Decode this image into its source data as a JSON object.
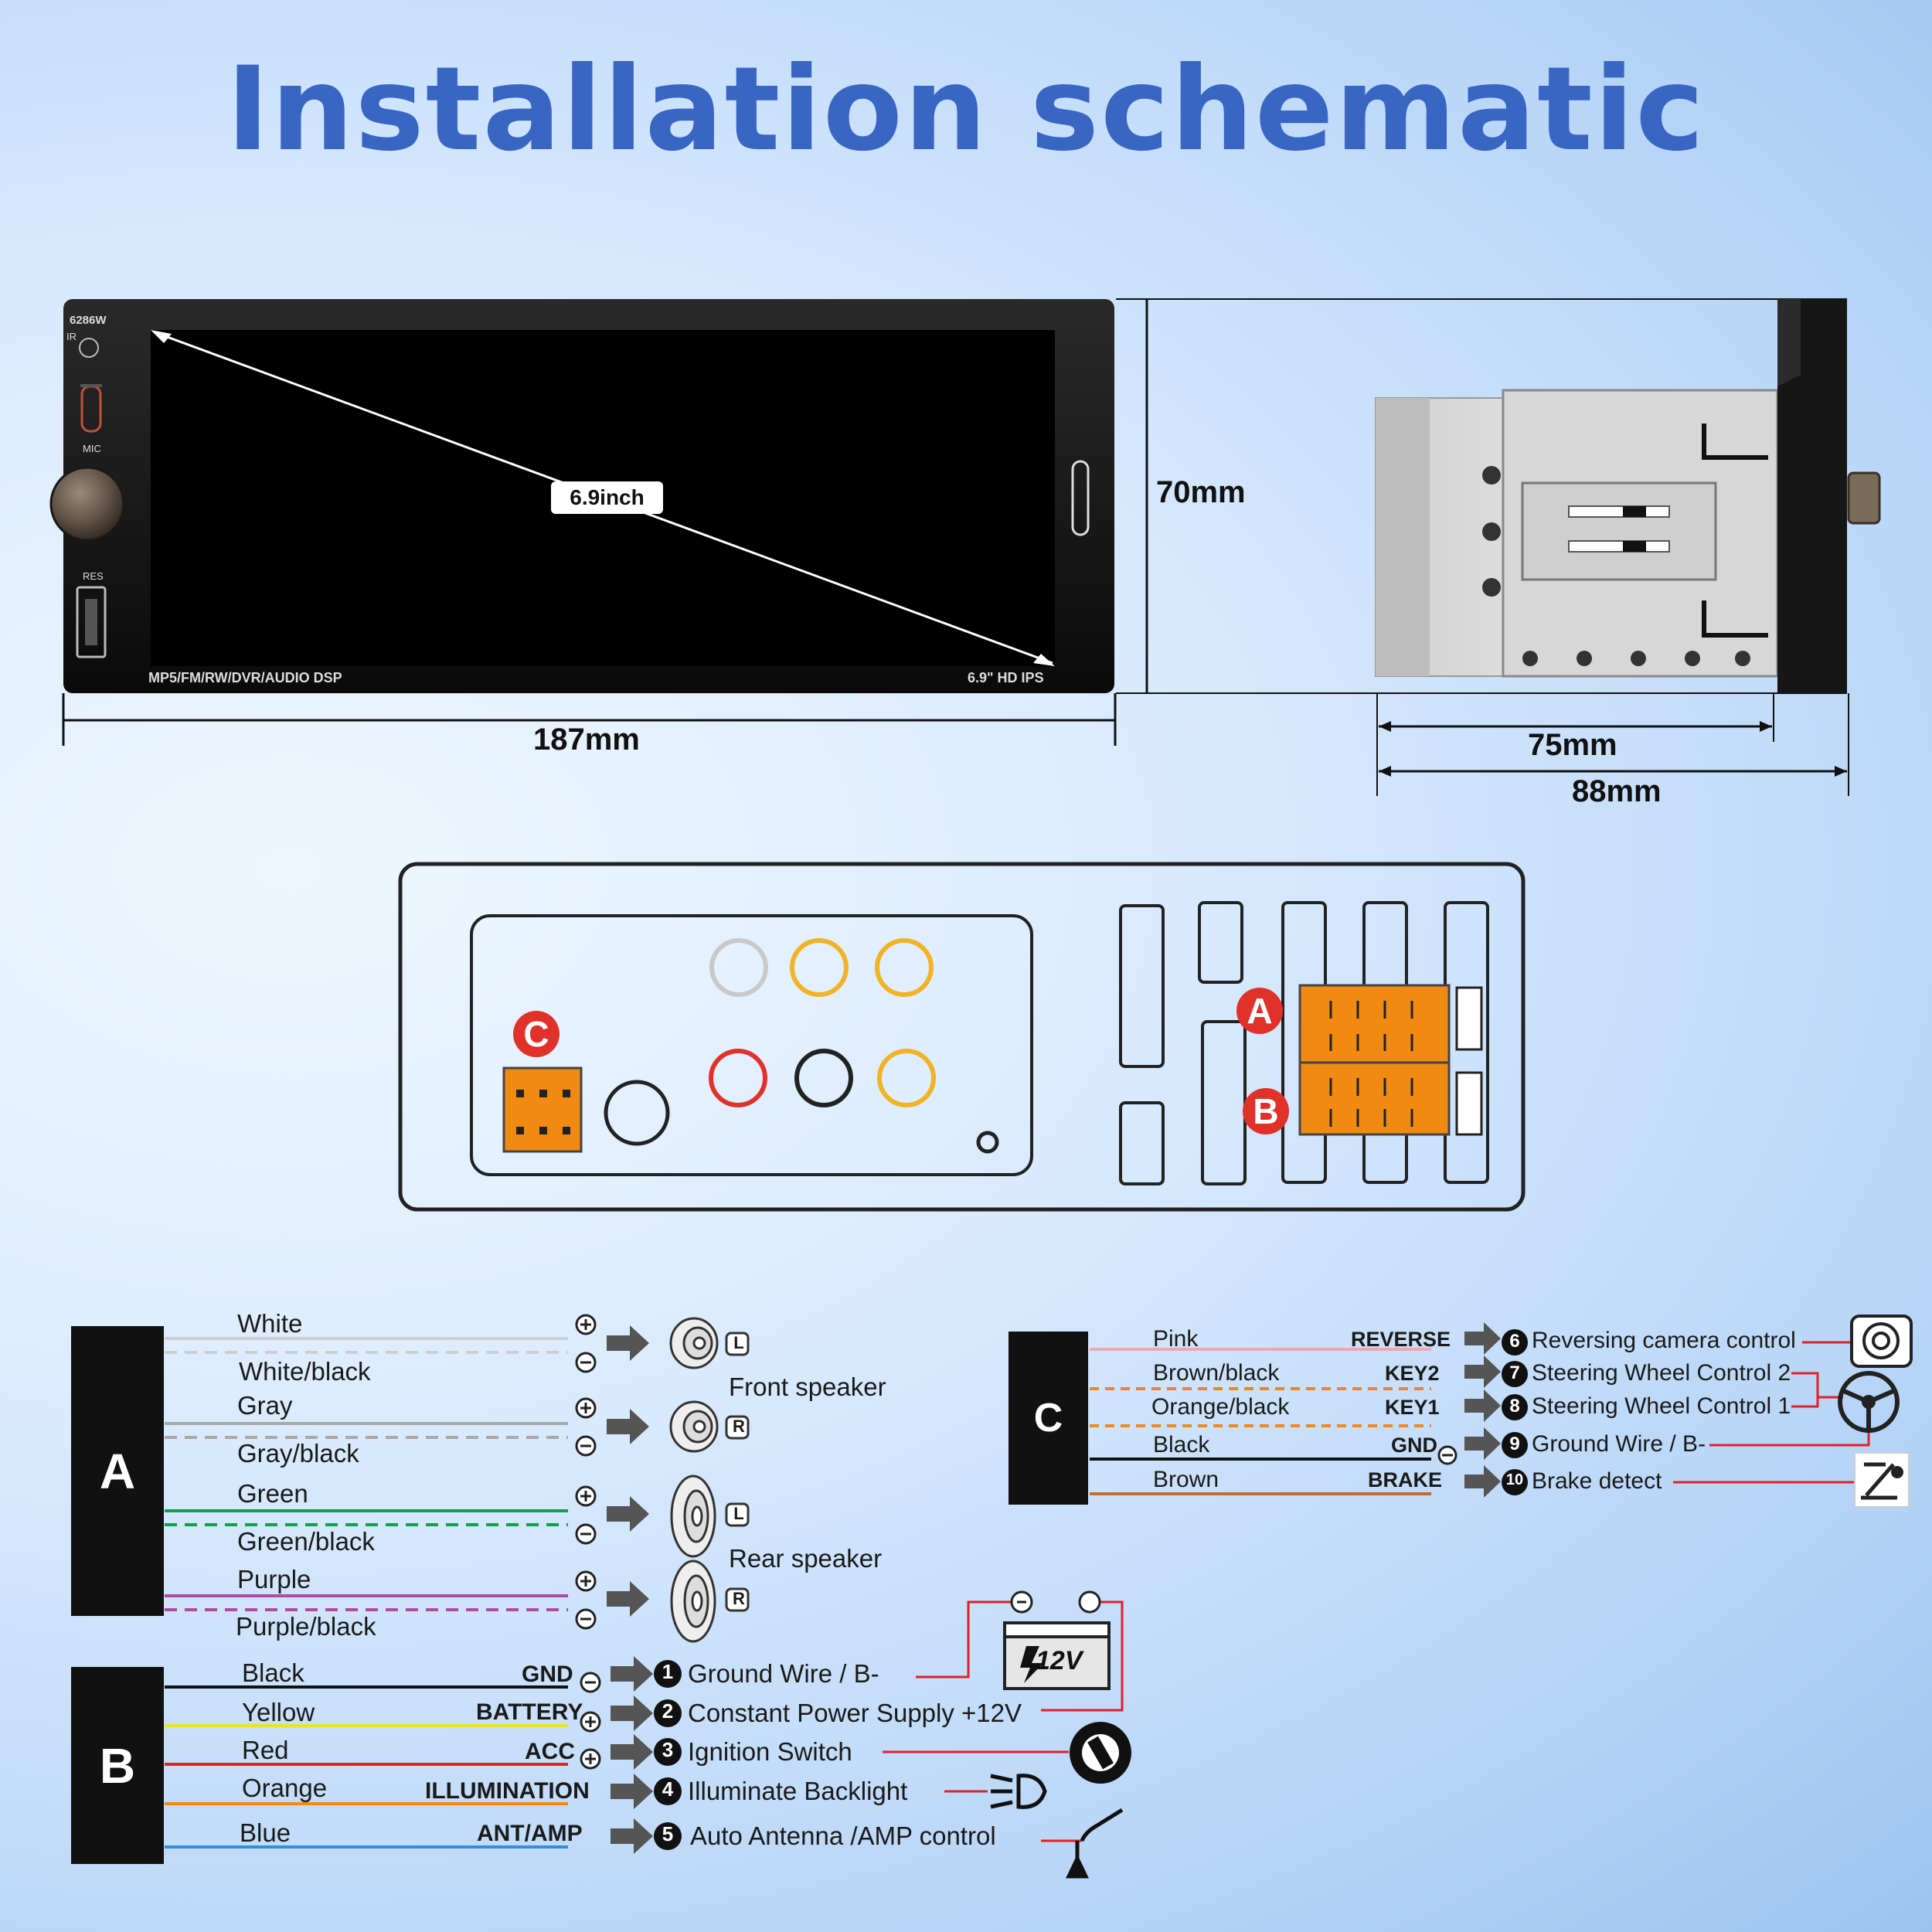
{
  "title": "Installation schematic",
  "radio": {
    "model": "6286W",
    "ir_label": "IR",
    "mic_label": "MIC",
    "res_label": "RES",
    "bottom_left_text": "MP5/FM/RW/DVR/AUDIO DSP",
    "bottom_right_text": "6.9\"  HD IPS",
    "diagonal_label": "6.9inch"
  },
  "dimensions": {
    "width": "187mm",
    "height": "70mm",
    "depth_inner": "75mm",
    "depth_total": "88mm"
  },
  "connector_labels": {
    "a": "A",
    "b": "B",
    "c": "C"
  },
  "harness_a": {
    "block_label": "A",
    "wires": [
      {
        "name": "White",
        "color": "#cfcfcf"
      },
      {
        "name": "White/black",
        "color": "#cfcfcf"
      },
      {
        "name": "Gray",
        "color": "#a9a9a9"
      },
      {
        "name": "Gray/black",
        "color": "#a9a9a9"
      },
      {
        "name": "Green",
        "color": "#12a04a"
      },
      {
        "name": "Green/black",
        "color": "#12a04a"
      },
      {
        "name": "Purple",
        "color": "#b04aa3"
      },
      {
        "name": "Purple/black",
        "color": "#b04aa3"
      }
    ],
    "front_speaker": "Front speaker",
    "rear_speaker": "Rear speaker",
    "left": "L",
    "right": "R"
  },
  "harness_b": {
    "block_label": "B",
    "wires": [
      {
        "name": "Black",
        "code": "GND",
        "num": "1",
        "desc": "Ground Wire / B-",
        "color": "#111111"
      },
      {
        "name": "Yellow",
        "code": "BATTERY",
        "num": "2",
        "desc": "Constant Power Supply +12V",
        "color": "#f2e21b"
      },
      {
        "name": "Red",
        "code": "ACC",
        "num": "3",
        "desc": "Ignition Switch",
        "color": "#e0202a"
      },
      {
        "name": "Orange",
        "code": "ILLUMINATION",
        "num": "4",
        "desc": "Illuminate Backlight",
        "color": "#f08a1c"
      },
      {
        "name": "Blue",
        "code": "ANT/AMP",
        "num": "5",
        "desc": "Auto Antenna /AMP control",
        "color": "#2f8fe0"
      }
    ],
    "battery_label": "12V"
  },
  "harness_c": {
    "block_label": "C",
    "wires": [
      {
        "name": "Pink",
        "code": "REVERSE",
        "num": "6",
        "desc": "Reversing camera control",
        "color": "#f0a6b0"
      },
      {
        "name": "Brown/black",
        "code": "KEY2",
        "num": "7",
        "desc": "Steering Wheel Control 2",
        "color": "#e08a2a"
      },
      {
        "name": "Orange/black",
        "code": "KEY1",
        "num": "8",
        "desc": "Steering Wheel Control 1",
        "color": "#f08a1c"
      },
      {
        "name": "Black",
        "code": "GND",
        "num": "9",
        "desc": "Ground Wire / B-",
        "color": "#111111"
      },
      {
        "name": "Brown",
        "code": "BRAKE",
        "num": "10",
        "desc": "Brake detect",
        "color": "#c86a2a"
      }
    ]
  },
  "icons": {
    "plus": "plus-icon",
    "minus": "minus-icon",
    "arrow": "arrow-right-icon",
    "camera": "camera-icon",
    "steering": "steering-wheel-icon",
    "brake": "handbrake-icon",
    "battery": "battery-icon",
    "ignition": "ignition-key-icon",
    "headlight": "headlight-icon",
    "antenna": "antenna-icon",
    "speaker": "speaker-icon"
  },
  "colors": {
    "title": "#3a66c3",
    "connector_orange": "#f08a12",
    "badge_red": "#e0322a"
  }
}
